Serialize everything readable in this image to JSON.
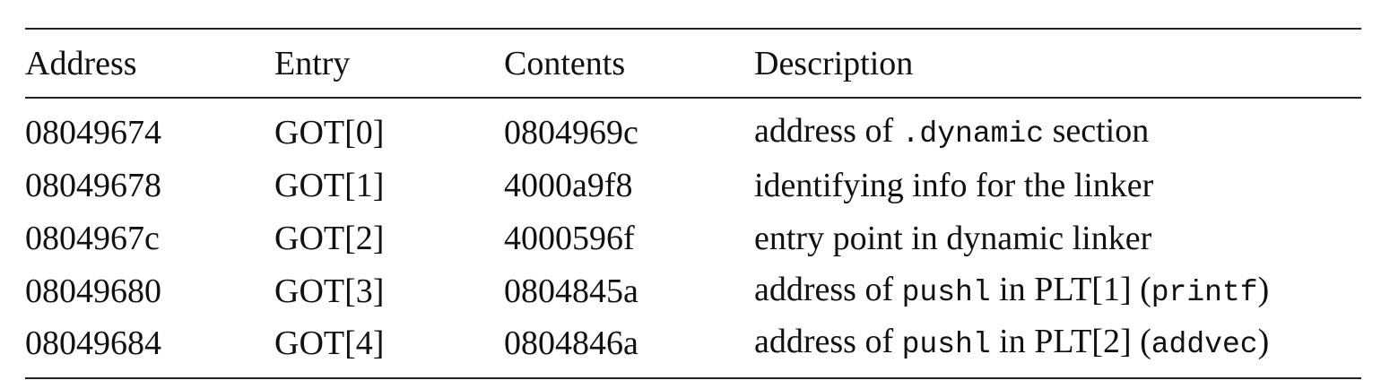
{
  "table": {
    "headers": {
      "address": "Address",
      "entry": "Entry",
      "contents": "Contents",
      "description": "Description"
    },
    "rows": [
      {
        "address": "08049674",
        "entry": "GOT[0]",
        "contents": "0804969c",
        "description": {
          "part1": "address of ",
          "code1": ".dynamic",
          "part2": " section"
        }
      },
      {
        "address": "08049678",
        "entry": "GOT[1]",
        "contents": "4000a9f8",
        "description": {
          "text": "identifying info for the linker"
        }
      },
      {
        "address": "0804967c",
        "entry": "GOT[2]",
        "contents": "4000596f",
        "description": {
          "text": "entry point in dynamic linker"
        }
      },
      {
        "address": "08049680",
        "entry": "GOT[3]",
        "contents": "0804845a",
        "description": {
          "part1": "address of ",
          "code1": "pushl",
          "part2": " in PLT[1] (",
          "code2": "printf",
          "part3": ")"
        }
      },
      {
        "address": "08049684",
        "entry": "GOT[4]",
        "contents": "0804846a",
        "description": {
          "part1": "address of ",
          "code1": "pushl",
          "part2": " in PLT[2] (",
          "code2": "addvec",
          "part3": ")"
        }
      }
    ]
  }
}
